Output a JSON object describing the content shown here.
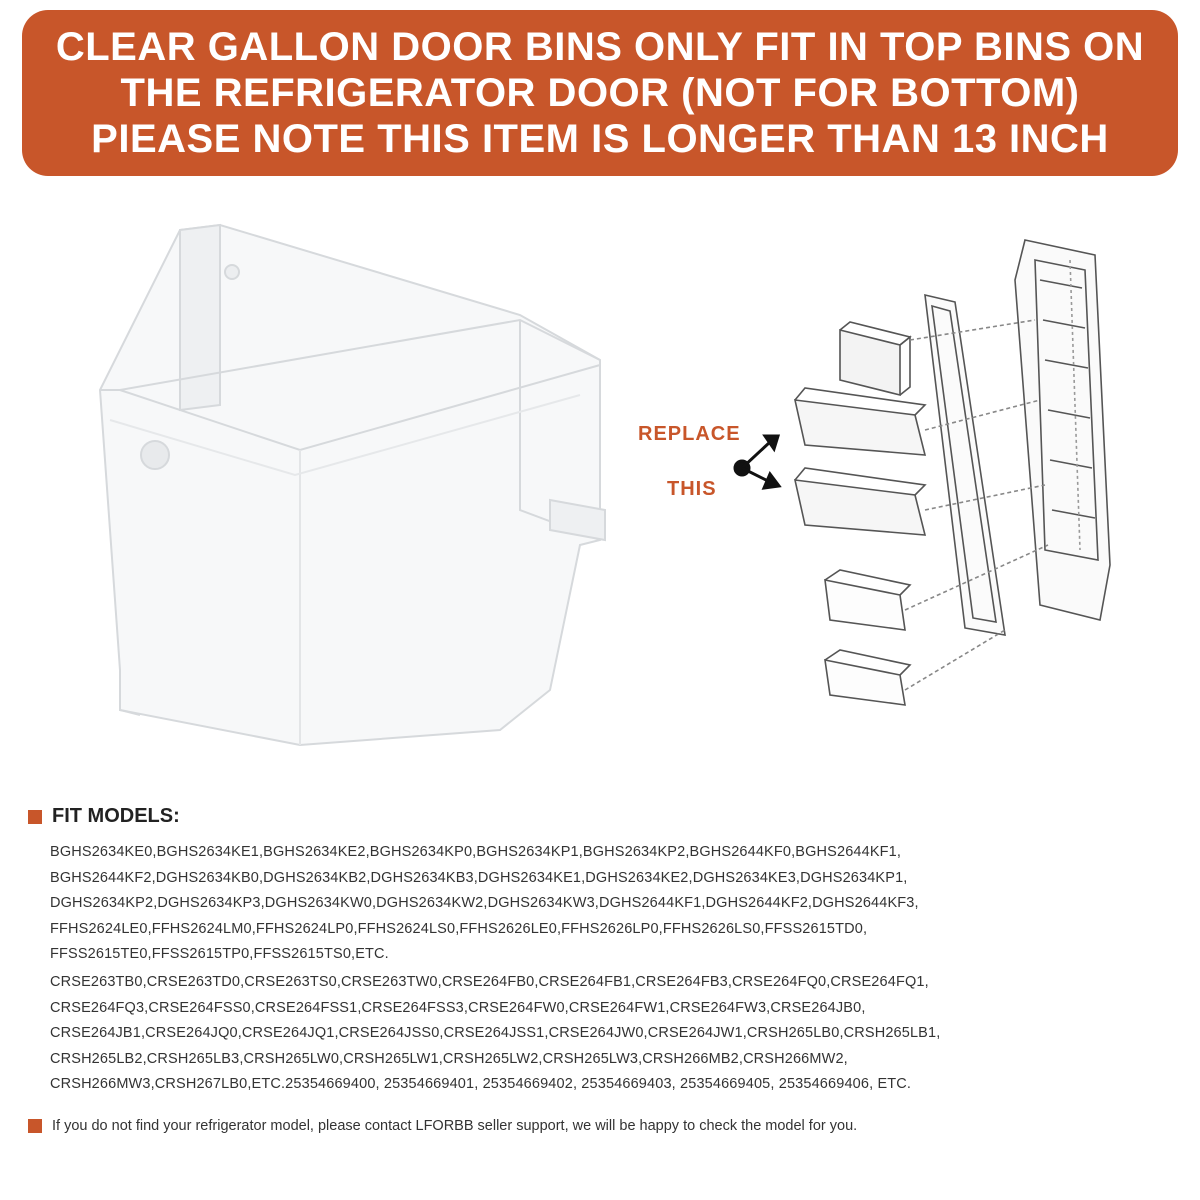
{
  "banner": {
    "lines": [
      "CLEAR GALLON DOOR BINS ONLY FIT IN TOP BINS ON",
      "THE REFRIGERATOR DOOR (NOT FOR BOTTOM)",
      "PIEASE NOTE THIS ITEM IS LONGER THAN 13 INCH"
    ],
    "color": "#c8562a"
  },
  "callout": {
    "line1": "REPLACE",
    "line2": "THIS"
  },
  "fit_models": {
    "heading": "FIT MODELS:",
    "group1": [
      "BGHS2634KE0,BGHS2634KE1,BGHS2634KE2,BGHS2634KP0,BGHS2634KP1,BGHS2634KP2,BGHS2644KF0,BGHS2644KF1,",
      "BGHS2644KF2,DGHS2634KB0,DGHS2634KB2,DGHS2634KB3,DGHS2634KE1,DGHS2634KE2,DGHS2634KE3,DGHS2634KP1,",
      "DGHS2634KP2,DGHS2634KP3,DGHS2634KW0,DGHS2634KW2,DGHS2634KW3,DGHS2644KF1,DGHS2644KF2,DGHS2644KF3,",
      "FFHS2624LE0,FFHS2624LM0,FFHS2624LP0,FFHS2624LS0,FFHS2626LE0,FFHS2626LP0,FFHS2626LS0,FFSS2615TD0,",
      "FFSS2615TE0,FFSS2615TP0,FFSS2615TS0,ETC."
    ],
    "group2": [
      "CRSE263TB0,CRSE263TD0,CRSE263TS0,CRSE263TW0,CRSE264FB0,CRSE264FB1,CRSE264FB3,CRSE264FQ0,CRSE264FQ1,",
      "CRSE264FQ3,CRSE264FSS0,CRSE264FSS1,CRSE264FSS3,CRSE264FW0,CRSE264FW1,CRSE264FW3,CRSE264JB0,",
      "CRSE264JB1,CRSE264JQ0,CRSE264JQ1,CRSE264JSS0,CRSE264JSS1,CRSE264JW0,CRSE264JW1,CRSH265LB0,CRSH265LB1,",
      "CRSH265LB2,CRSH265LB3,CRSH265LW0,CRSH265LW1,CRSH265LW2,CRSH265LW3,CRSH266MB2,CRSH266MW2,",
      "CRSH266MW3,CRSH267LB0,ETC.25354669400, 25354669401, 25354669402, 25354669403, 25354669405, 25354669406, ETC."
    ]
  },
  "note": "If you do not find your refrigerator model, please contact LFORBB seller support, we will be happy to check the model for you."
}
